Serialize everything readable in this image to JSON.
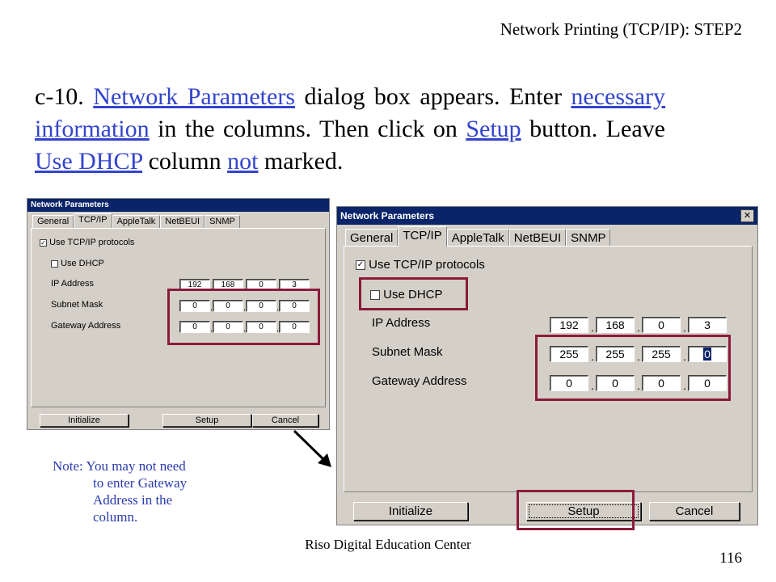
{
  "header": {
    "title": "Network Printing (TCP/IP): STEP2"
  },
  "instruction": {
    "t1": "c-10. ",
    "l1": "Network Parameters",
    "t2": " dialog box appears. Enter ",
    "l2": "necessary information",
    "t3": " in the columns. Then click on ",
    "l3": "Setup",
    "t4": " button. Leave ",
    "l4": "Use DHCP",
    "t5": " column ",
    "l5": "not",
    "t6": " marked."
  },
  "note": {
    "line1": "Note: You may not need",
    "line2": "to enter Gateway",
    "line3": "Address in the",
    "line4": "column."
  },
  "footer": {
    "center": "Riso Digital Education Center",
    "page": "116"
  },
  "dialog": {
    "title": "Network Parameters",
    "close": "✕",
    "tabs": [
      "General",
      "TCP/IP",
      "AppleTalk",
      "NetBEUI",
      "SNMP"
    ],
    "use_tcpip_label": "Use TCP/IP protocols",
    "use_tcpip_check": "✓",
    "use_dhcp_label": "Use DHCP",
    "ip_label": "IP Address",
    "subnet_label": "Subnet Mask",
    "gateway_label": "Gateway Address",
    "dot": ".",
    "buttons": {
      "initialize": "Initialize",
      "setup": "Setup",
      "cancel": "Cancel"
    }
  },
  "small_dialog": {
    "ip": [
      "192",
      "168",
      "0",
      "3"
    ],
    "subnet": [
      "0",
      "0",
      "0",
      "0"
    ],
    "gateway": [
      "0",
      "0",
      "0",
      "0"
    ]
  },
  "large_dialog": {
    "ip": [
      "192",
      "168",
      "0",
      "3"
    ],
    "subnet": [
      "255",
      "255",
      "255",
      "0"
    ],
    "gateway": [
      "0",
      "0",
      "0",
      "0"
    ]
  },
  "colors": {
    "link": "#3344cc",
    "highlight": "#8b1a3a",
    "note": "#2a3cae",
    "titlebar": "#0a246a"
  }
}
